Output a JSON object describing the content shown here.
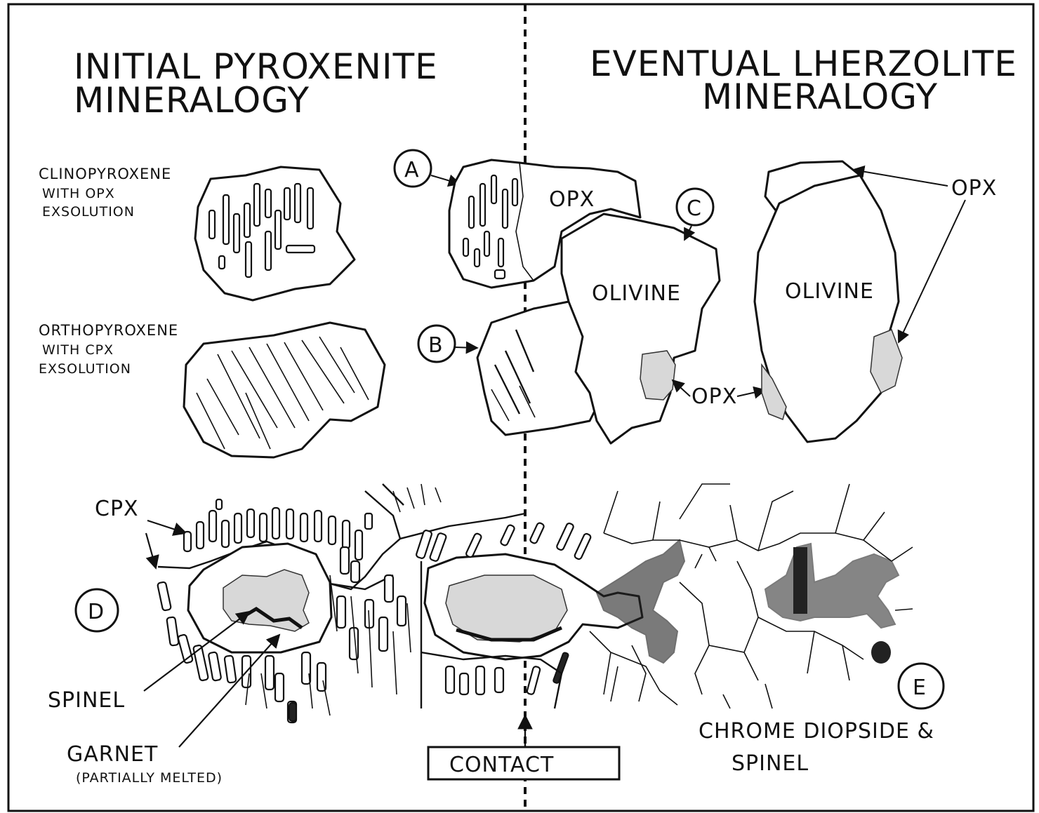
{
  "headings": {
    "left_line1": "INITIAL PYROXENITE",
    "left_line2": "MINERALOGY",
    "right_line1": "EVENTUAL LHERZOLITE",
    "right_line2": "MINERALOGY"
  },
  "labels": {
    "cpx_line1": "CLINOPYROXENE",
    "cpx_line2": "WITH OPX",
    "cpx_line3": "EXSOLUTION",
    "opx_line1": "ORTHOPYROXENE",
    "opx_line2": "WITH CPX",
    "opx_line3": "EXSOLUTION",
    "opx_a": "OPX",
    "olivine_center": "OLIVINE",
    "olivine_right": "OLIVINE",
    "opx_right": "OPX",
    "opx_bottom": "OPX",
    "cpx_bottom": "CPX",
    "spinel_left": "SPINEL",
    "garnet_line1": "GARNET",
    "garnet_line2": "(PARTIALLY MELTED)",
    "contact": "CONTACT",
    "chrome_line1": "CHROME DIOPSIDE &",
    "chrome_line2": "SPINEL"
  },
  "markers": {
    "a": "A",
    "b": "B",
    "c": "C",
    "d": "D",
    "e": "E"
  }
}
